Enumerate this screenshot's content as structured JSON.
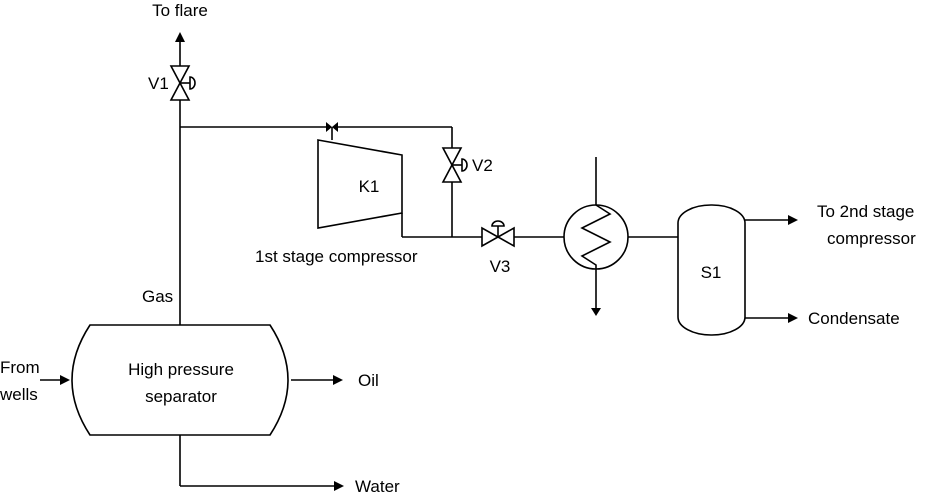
{
  "labels": {
    "to_flare": "To flare",
    "v1": "V1",
    "v2": "V2",
    "v3": "V3",
    "k1": "K1",
    "compressor_label": "1st stage compressor",
    "gas": "Gas",
    "from_wells_line1": "From",
    "from_wells_line2": "wells",
    "separator_line1": "High pressure",
    "separator_line2": "separator",
    "oil": "Oil",
    "water": "Water",
    "s1": "S1",
    "to_2nd_line1": "To 2nd stage",
    "to_2nd_line2": "compressor",
    "condensate": "Condensate"
  }
}
